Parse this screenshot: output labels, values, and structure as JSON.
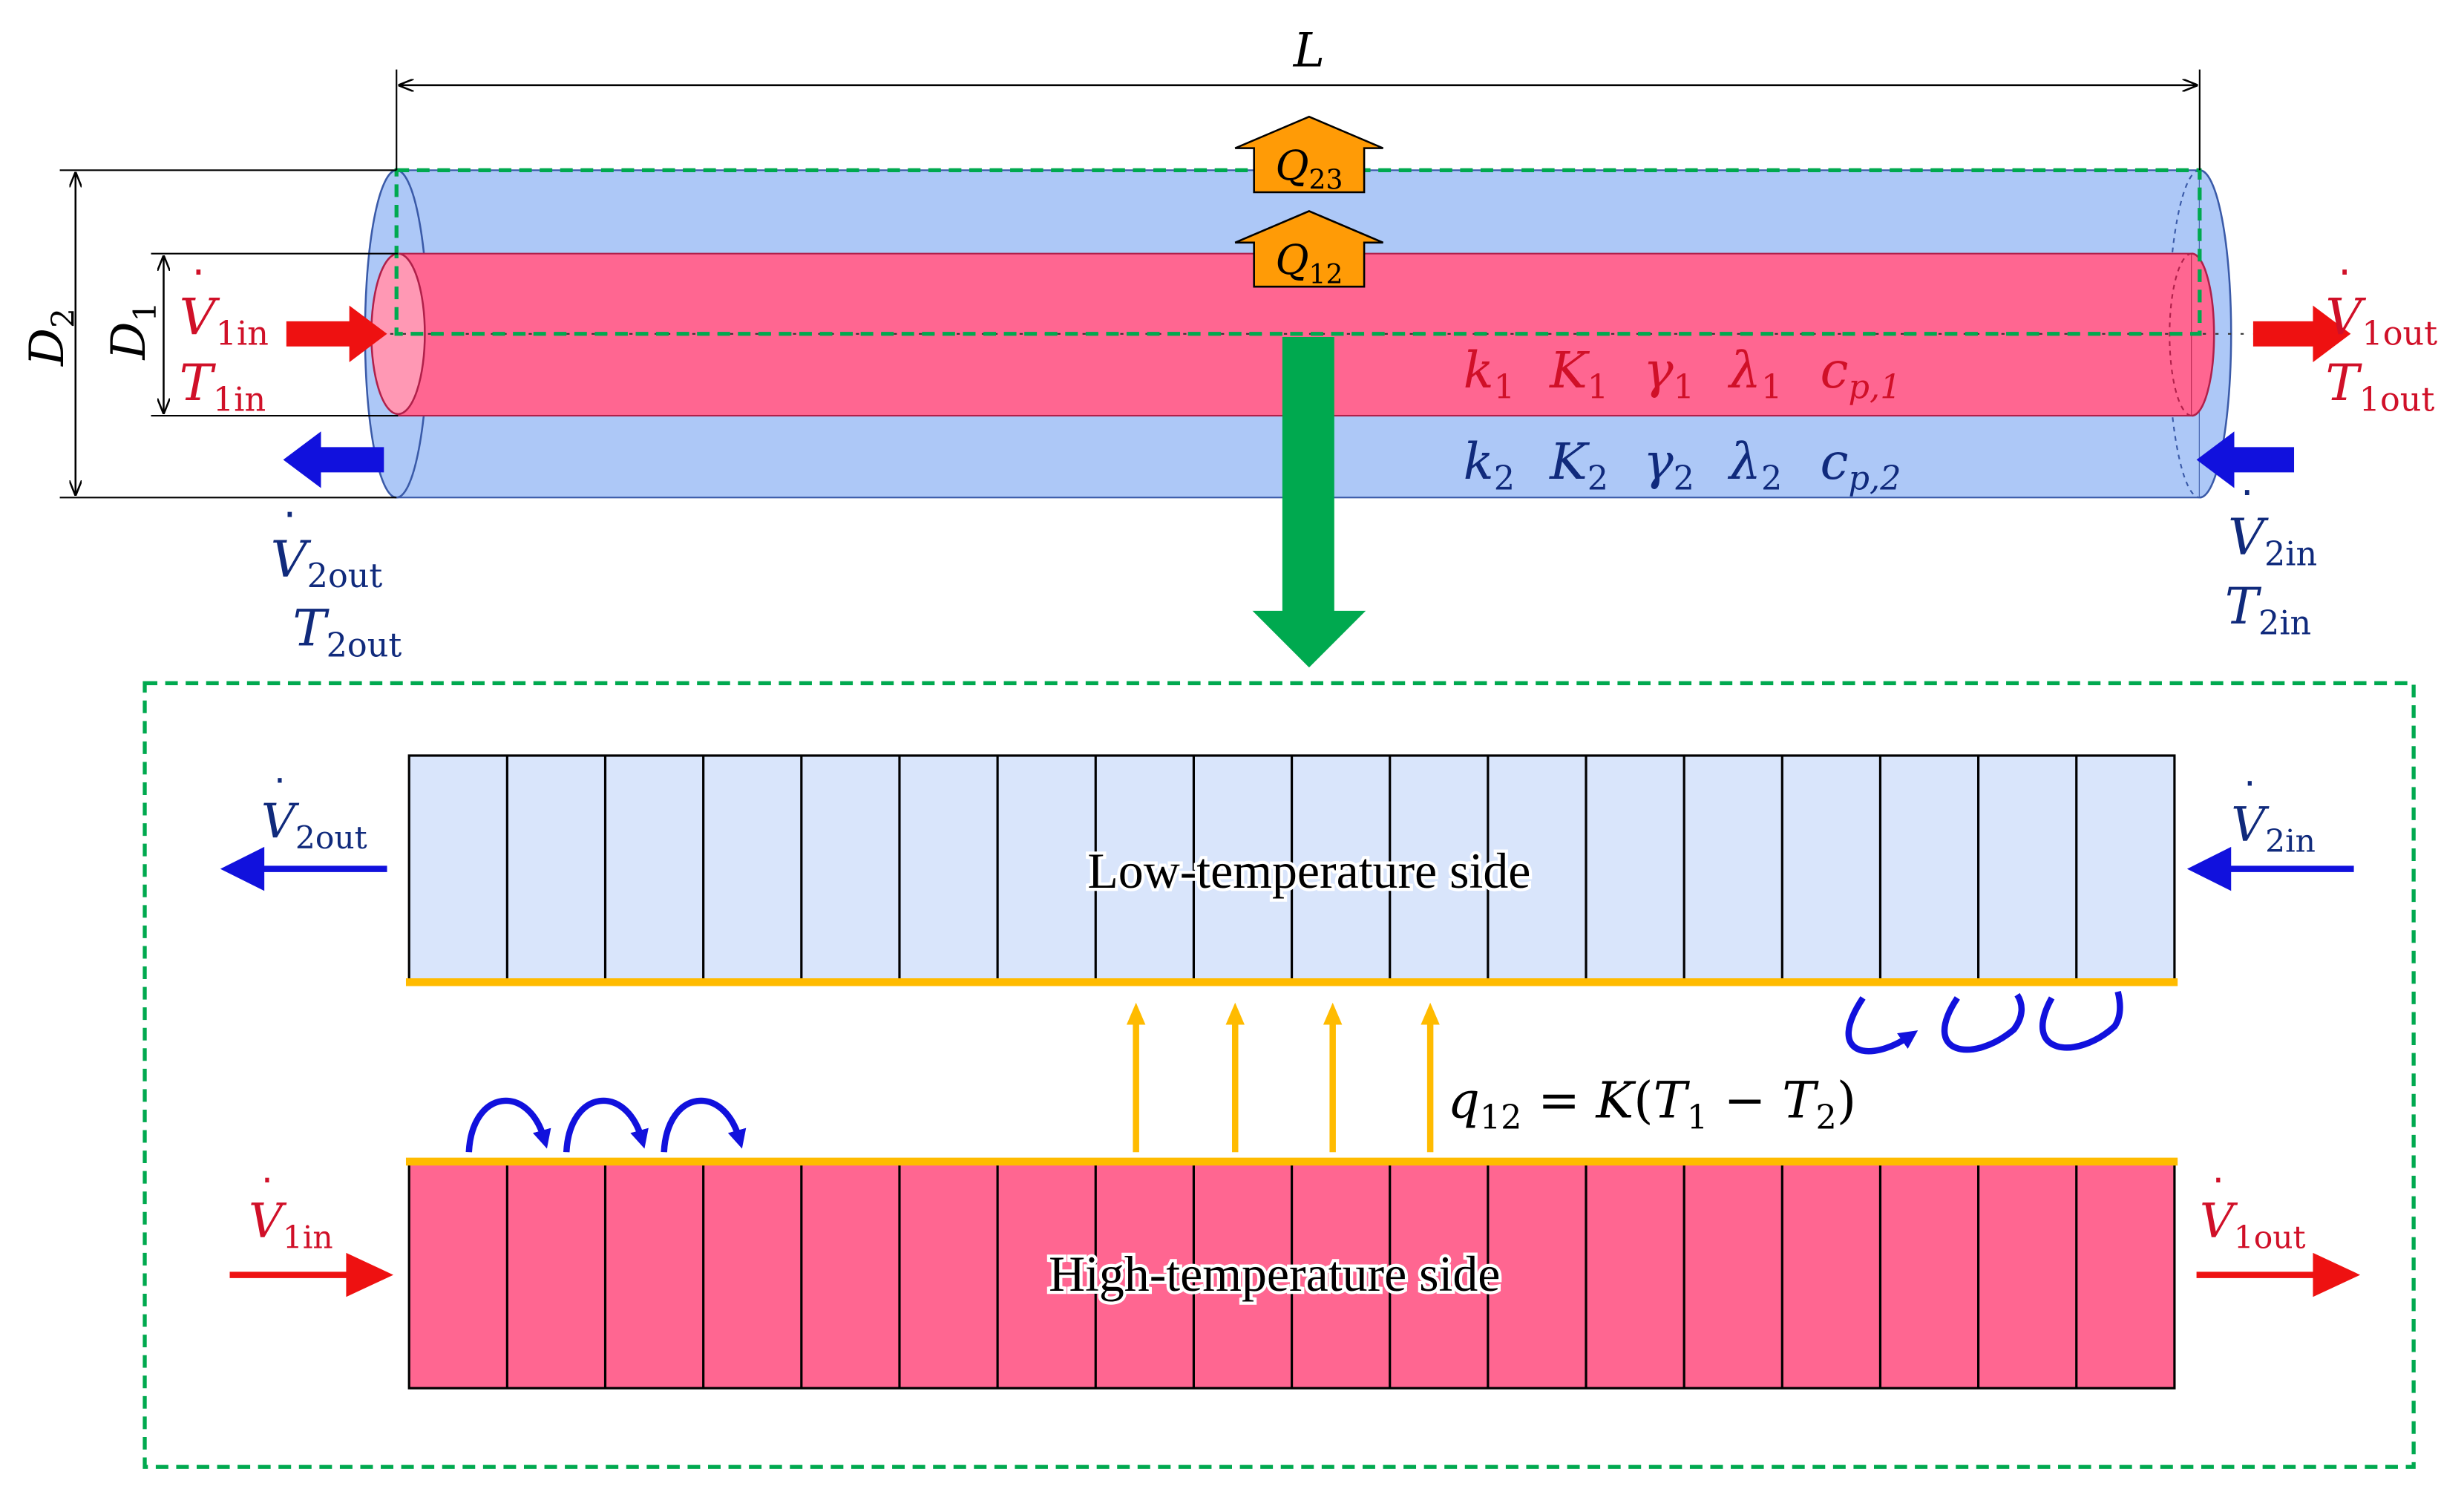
{
  "colors": {
    "inner_fluid": "#ff6691",
    "outer_fluid": "#adc8f7",
    "low_side": "#d9e5fb",
    "red_arrow": "#ee1111",
    "blue_arrow": "#1111dd",
    "navy_text": "#102a7c",
    "green": "#00a94f",
    "orange": "#ff9b06",
    "heat_line": "#ffbb00"
  },
  "top": {
    "length_label": "L",
    "outer_diameter": {
      "sym": "D",
      "sub": "2"
    },
    "inner_diameter": {
      "sym": "D",
      "sub": "1"
    },
    "heat_outer": {
      "sym": "Q",
      "sub": "23"
    },
    "heat_inner": {
      "sym": "Q",
      "sub": "12"
    },
    "inner_props": [
      {
        "sym": "k",
        "sub": "1"
      },
      {
        "sym": "K",
        "sub": "1"
      },
      {
        "sym": "γ",
        "sub": "1"
      },
      {
        "sym": "λ",
        "sub": "1"
      },
      {
        "sym": "c",
        "sub": "p,1"
      }
    ],
    "outer_props": [
      {
        "sym": "k",
        "sub": "2"
      },
      {
        "sym": "K",
        "sub": "2"
      },
      {
        "sym": "γ",
        "sub": "2"
      },
      {
        "sym": "λ",
        "sub": "2"
      },
      {
        "sym": "c",
        "sub": "p,2"
      }
    ],
    "inlet1": {
      "flow": {
        "sym": "V",
        "sub": "1in"
      },
      "temp": {
        "sym": "T",
        "sub": "1in"
      }
    },
    "outlet1": {
      "flow": {
        "sym": "V",
        "sub": "1out"
      },
      "temp": {
        "sym": "T",
        "sub": "1out"
      }
    },
    "outlet2": {
      "flow": {
        "sym": "V",
        "sub": "2out"
      },
      "temp": {
        "sym": "T",
        "sub": "2out"
      }
    },
    "inlet2": {
      "flow": {
        "sym": "V",
        "sub": "2in"
      },
      "temp": {
        "sym": "T",
        "sub": "2in"
      }
    }
  },
  "bottom": {
    "low_side_label": "Low-temperature side",
    "high_side_label": "High-temperature side",
    "cell_count": 18,
    "low_out": {
      "sym": "V",
      "sub": "2out"
    },
    "low_in": {
      "sym": "V",
      "sub": "2in"
    },
    "high_in": {
      "sym": "V",
      "sub": "1in"
    },
    "high_out": {
      "sym": "V",
      "sub": "1out"
    },
    "equation": {
      "lhs_sym": "q",
      "lhs_sub": "12",
      "eq": " = ",
      "k": "K",
      "open": "(",
      "t1": "T",
      "t1_sub": "1",
      "minus": " − ",
      "t2": "T",
      "t2_sub": "2",
      "close": ")"
    }
  }
}
